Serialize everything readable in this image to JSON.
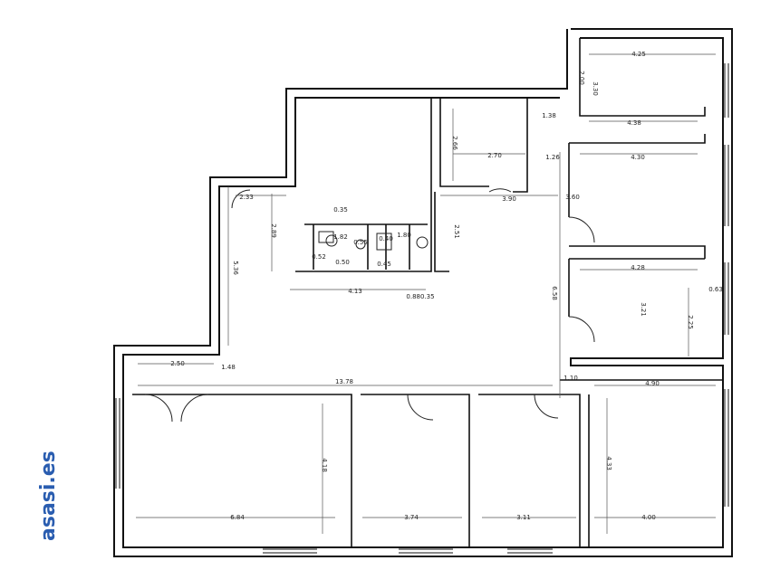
{
  "watermark": {
    "text": "asasi.es",
    "color": "#2a5db0"
  },
  "dims": [
    {
      "text": "4.25"
    },
    {
      "text": "3.30"
    },
    {
      "text": "2.00"
    },
    {
      "text": "1.38"
    },
    {
      "text": "4.38"
    },
    {
      "text": "2.66"
    },
    {
      "text": "2.70"
    },
    {
      "text": "1.26"
    },
    {
      "text": "4.30"
    },
    {
      "text": "2.33"
    },
    {
      "text": "2.89"
    },
    {
      "text": "0.35"
    },
    {
      "text": "1.82"
    },
    {
      "text": "0.52"
    },
    {
      "text": "0.50"
    },
    {
      "text": "0.55"
    },
    {
      "text": "0.40"
    },
    {
      "text": "0.45"
    },
    {
      "text": "1.80"
    },
    {
      "text": "2.51"
    },
    {
      "text": "3.90"
    },
    {
      "text": "3.60"
    },
    {
      "text": "4.13"
    },
    {
      "text": "0.880.35"
    },
    {
      "text": "4.28"
    },
    {
      "text": "0.63"
    },
    {
      "text": "3.21"
    },
    {
      "text": "2.25"
    },
    {
      "text": "5.36"
    },
    {
      "text": "6.58"
    },
    {
      "text": "2.50"
    },
    {
      "text": "1.48"
    },
    {
      "text": "13.78"
    },
    {
      "text": "1.10"
    },
    {
      "text": "4.90"
    },
    {
      "text": "4.18"
    },
    {
      "text": "4.33"
    },
    {
      "text": "6.84"
    },
    {
      "text": "3.74"
    },
    {
      "text": "3.11"
    },
    {
      "text": "4.00"
    }
  ],
  "colors": {
    "wall": "#111111",
    "line": "#333333"
  }
}
